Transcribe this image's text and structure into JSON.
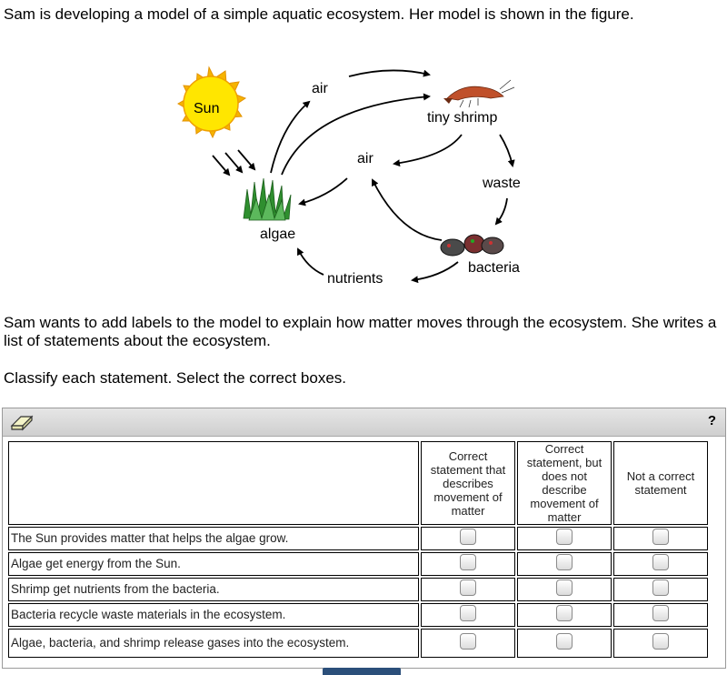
{
  "intro": "Sam is developing a model of a simple aquatic ecosystem. Her model is shown in the figure.",
  "figure": {
    "labels": {
      "sun": "Sun",
      "air_top": "air",
      "tiny_shrimp": "tiny shrimp",
      "air_middle": "air",
      "waste": "waste",
      "algae": "algae",
      "bacteria": "bacteria",
      "nutrients": "nutrients"
    },
    "colors": {
      "sun_fill": "#ffe000",
      "sun_rays": "#f2a900",
      "algae": "#2e8b2e",
      "shrimp": "#c0502a"
    }
  },
  "instructions": "Sam wants to add labels to the model to explain how matter moves through the ecosystem. She writes a list of statements about the ecosystem.",
  "prompt": "Classify each statement. Select the correct boxes.",
  "toolbar": {
    "eraser_icon": "eraser-icon",
    "help_label": "?"
  },
  "table": {
    "columns": [
      "Correct statement that describes movement of matter",
      "Correct statement, but does not describe movement of matter",
      "Not a correct statement"
    ],
    "rows": [
      "The Sun provides matter that helps the algae grow.",
      "Algae get energy from the Sun.",
      "Shrimp get nutrients from the bacteria.",
      "Bacteria recycle waste materials in the ecosystem.",
      "Algae, bacteria, and shrimp release gases into the ecosystem."
    ]
  }
}
